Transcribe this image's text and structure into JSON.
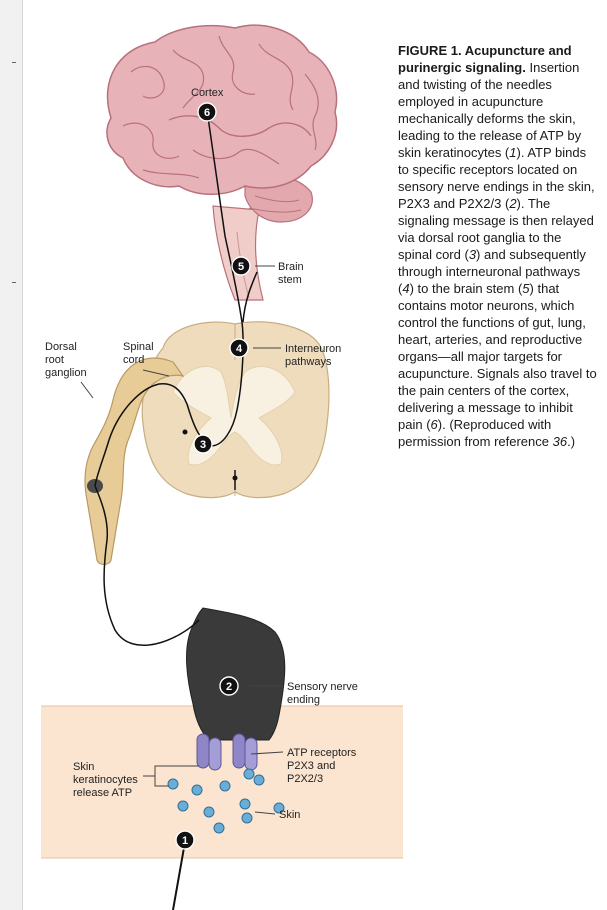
{
  "labels": {
    "cortex": "Cortex",
    "brain_stem_line1": "Brain",
    "brain_stem_line2": "stem",
    "interneuron_line1": "Interneuron",
    "interneuron_line2": "pathways",
    "dorsal_line1": "Dorsal",
    "dorsal_line2": "root",
    "dorsal_line3": "ganglion",
    "spinal_line1": "Spinal",
    "spinal_line2": "cord",
    "sensory_line1": "Sensory nerve",
    "sensory_line2": "ending",
    "atp_receptors_line1": "ATP receptors",
    "atp_receptors_line2": "P2X3 and",
    "atp_receptors_line3": "P2X2/3",
    "keratinocytes_line1": "Skin",
    "keratinocytes_line2": "keratinocytes",
    "keratinocytes_line3": "release ATP",
    "skin": "Skin"
  },
  "markers": [
    "1",
    "2",
    "3",
    "4",
    "5",
    "6"
  ],
  "caption": {
    "title": "FIGURE 1. Acupuncture and purinergic signaling.",
    "text_1": " Insertion and twisting of the needles employed in acupuncture mechanically deforms the skin, leading to the release of ATP by skin keratinocytes (",
    "ref_1": "1",
    "text_2": "). ATP binds to specific receptors located on sensory nerve endings in the skin, P2X3 and P2X2/3 (",
    "ref_2": "2",
    "text_3": "). The signaling message is then relayed via dorsal root ganglia to the spinal cord (",
    "ref_3": "3",
    "text_4": ") and subsequently through interneuronal pathways (",
    "ref_4": "4",
    "text_5": ") to the brain stem (",
    "ref_5": "5",
    "text_6": ") that contains motor neurons, which control the functions of gut, lung, heart, arteries, and reproductive organs—all major targets for acupuncture. Signals also travel to the pain centers of the cortex, delivering a message to inhibit pain (",
    "ref_6": "6",
    "text_7": "). (Reproduced with permission from reference ",
    "ref_7": "36",
    "text_8": ".)"
  },
  "colors": {
    "brain": "#e8b3b8",
    "brain_outline": "#b8717a",
    "spinal_cord": "#eedcbc",
    "spinal_grey": "#f8f1e2",
    "ganglion": "#e7cc98",
    "skin": "#fbe5d0",
    "nerve_ending": "#3a3a3a",
    "receptor": "#8f86c8",
    "atp": "#6aaed8"
  }
}
